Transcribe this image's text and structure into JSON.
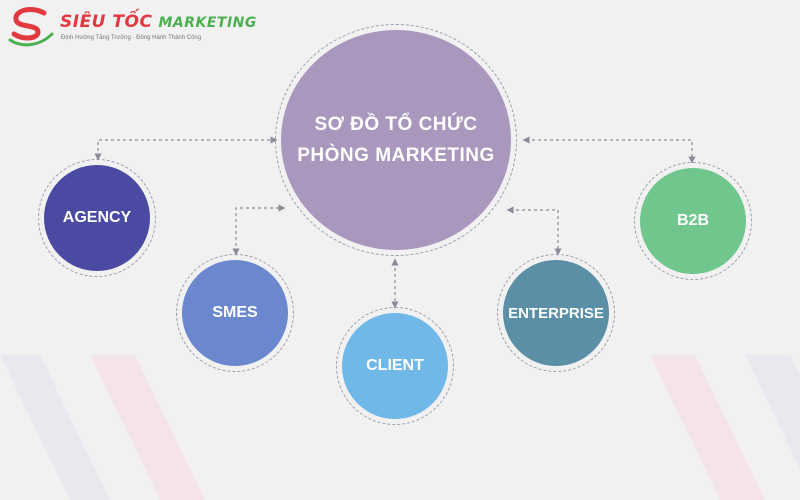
{
  "logo": {
    "brand_word1": "SIÊU TỐC",
    "brand_word2": "MARKETING",
    "tagline": "Định Hướng Tăng Trưởng · Đồng Hành Thành Công",
    "colors": {
      "red": "#e2383f",
      "green": "#4caf50"
    }
  },
  "diagram": {
    "center": {
      "line1": "SƠ ĐỒ TỔ CHỨC",
      "line2": "PHÒNG MARKETING",
      "color": "#a997bd"
    },
    "nodes": [
      {
        "label": "AGENCY",
        "color": "#4a4aa3"
      },
      {
        "label": "SMES",
        "color": "#6b88cf"
      },
      {
        "label": "CLIENT",
        "color": "#6fb8e7"
      },
      {
        "label": "ENTERPRISE",
        "color": "#5a8fa5"
      },
      {
        "label": "B2B",
        "color": "#71c68e"
      }
    ],
    "connector_color": "#8a8a99",
    "background_color": "#f1f1f2"
  }
}
